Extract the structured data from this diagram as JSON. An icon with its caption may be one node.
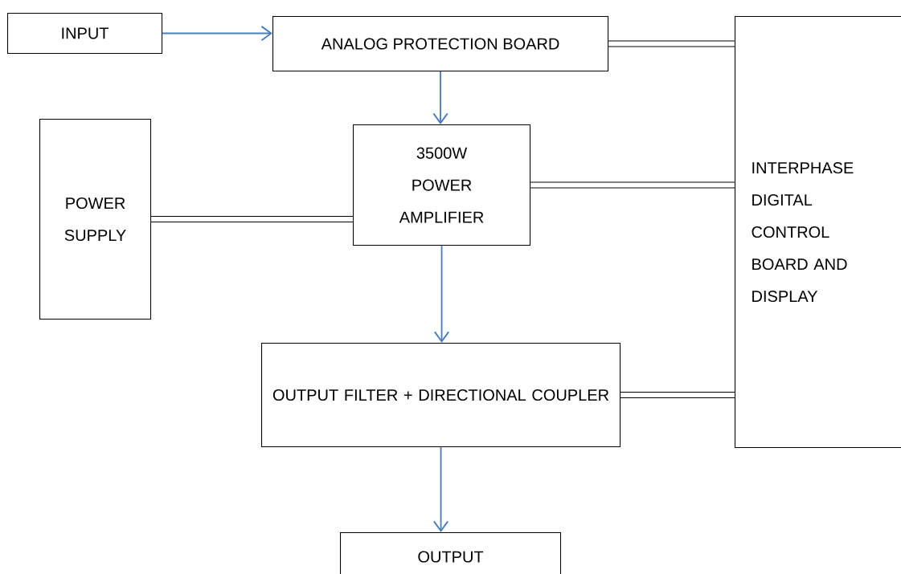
{
  "diagram": {
    "nodes": [
      {
        "text": [
          "INPUT"
        ]
      },
      {
        "text": [
          "ANALOG PROTECTION BOARD"
        ]
      },
      {
        "text": [
          "POWER SUPPLY"
        ]
      },
      {
        "text": [
          "3500W POWER AMPLIFIER"
        ]
      },
      {
        "text": [
          "INTERPHASE DIGITAL CONTROL BOARD AND DISPLAY"
        ]
      },
      {
        "text": [
          "OUTPUT FILTER + DIRECTIONAL COUPLER"
        ]
      },
      {
        "text": [
          "OUTPUT"
        ]
      }
    ],
    "edges": [
      {
        "from": 0,
        "to": 1,
        "arrow": "to",
        "color": "#4a7ebb"
      },
      {
        "from": 1,
        "to": 4,
        "arrow": "none",
        "style": "thick",
        "color": "#000000"
      },
      {
        "from": 1,
        "to": 3,
        "arrow": "to",
        "color": "#4a7ebb"
      },
      {
        "from": 2,
        "to": 3,
        "arrow": "none",
        "style": "thick",
        "color": "#000000"
      },
      {
        "from": 3,
        "to": 4,
        "arrow": "none",
        "style": "thick",
        "color": "#000000"
      },
      {
        "from": 3,
        "to": 5,
        "arrow": "to",
        "color": "#4a7ebb"
      },
      {
        "from": 5,
        "to": 4,
        "arrow": "none",
        "style": "thick",
        "color": "#000000"
      },
      {
        "from": 5,
        "to": 6,
        "arrow": "to",
        "color": "#4a7ebb"
      }
    ]
  }
}
